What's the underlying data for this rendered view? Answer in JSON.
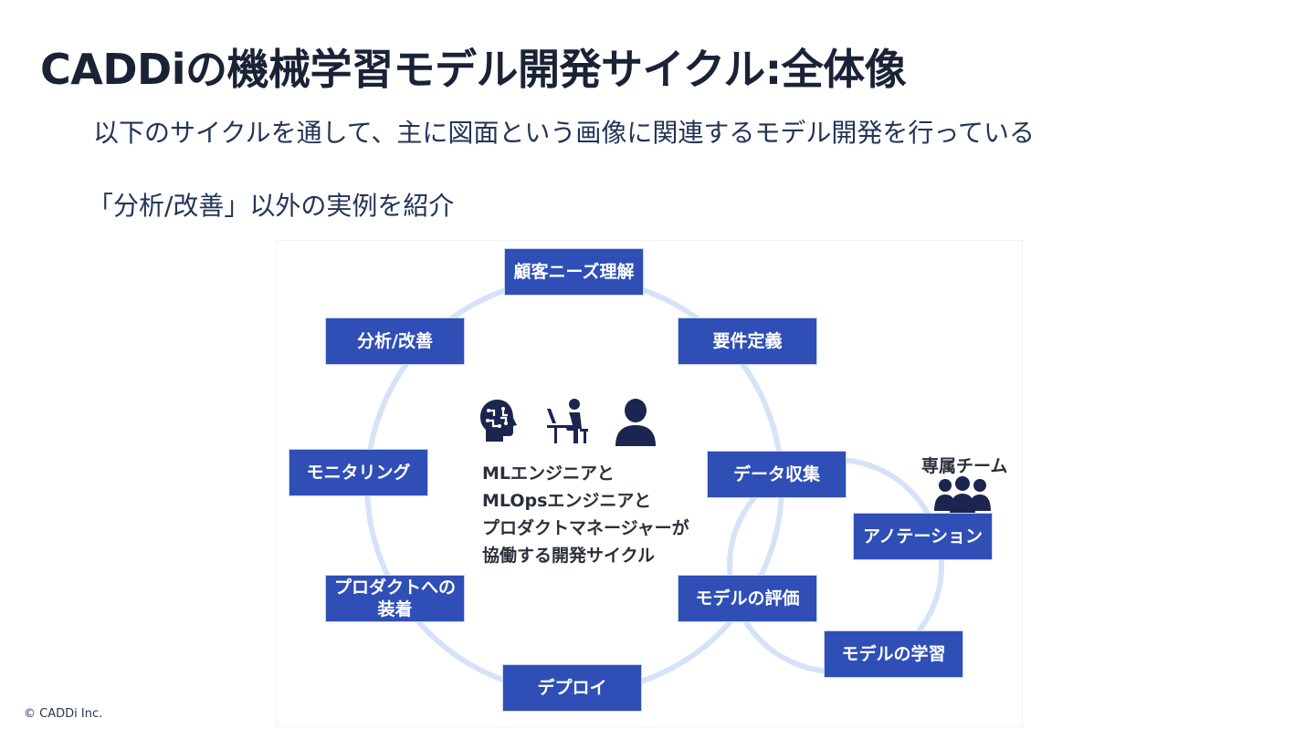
{
  "slide": {
    "title": "CADDiの機械学習モデル開発サイクル:全体像",
    "subtitle": "以下のサイクルを通して、主に図面という画像に関連するモデル開発を行っている",
    "note": "「分析/改善」以外の実例を紹介",
    "copyright": "© CADDi Inc."
  },
  "diagram": {
    "steps": [
      "顧客ニーズ理解",
      "要件定義",
      "データ収集",
      "モデルの評価",
      "デプロイ",
      "プロダクトへの装着",
      "モニタリング",
      "分析/改善"
    ],
    "sub_steps": [
      "アノテーション",
      "モデルの学習"
    ],
    "team_label": "専属チーム",
    "center_lines": [
      "MLエンジニアと",
      "MLOpsエンジニアと",
      "プロダクトマネージャーが",
      "協働する開発サイクル"
    ],
    "colors": {
      "box": "#2f4fb6",
      "ring": "#d6e3f7",
      "icon": "#1b2550"
    }
  }
}
